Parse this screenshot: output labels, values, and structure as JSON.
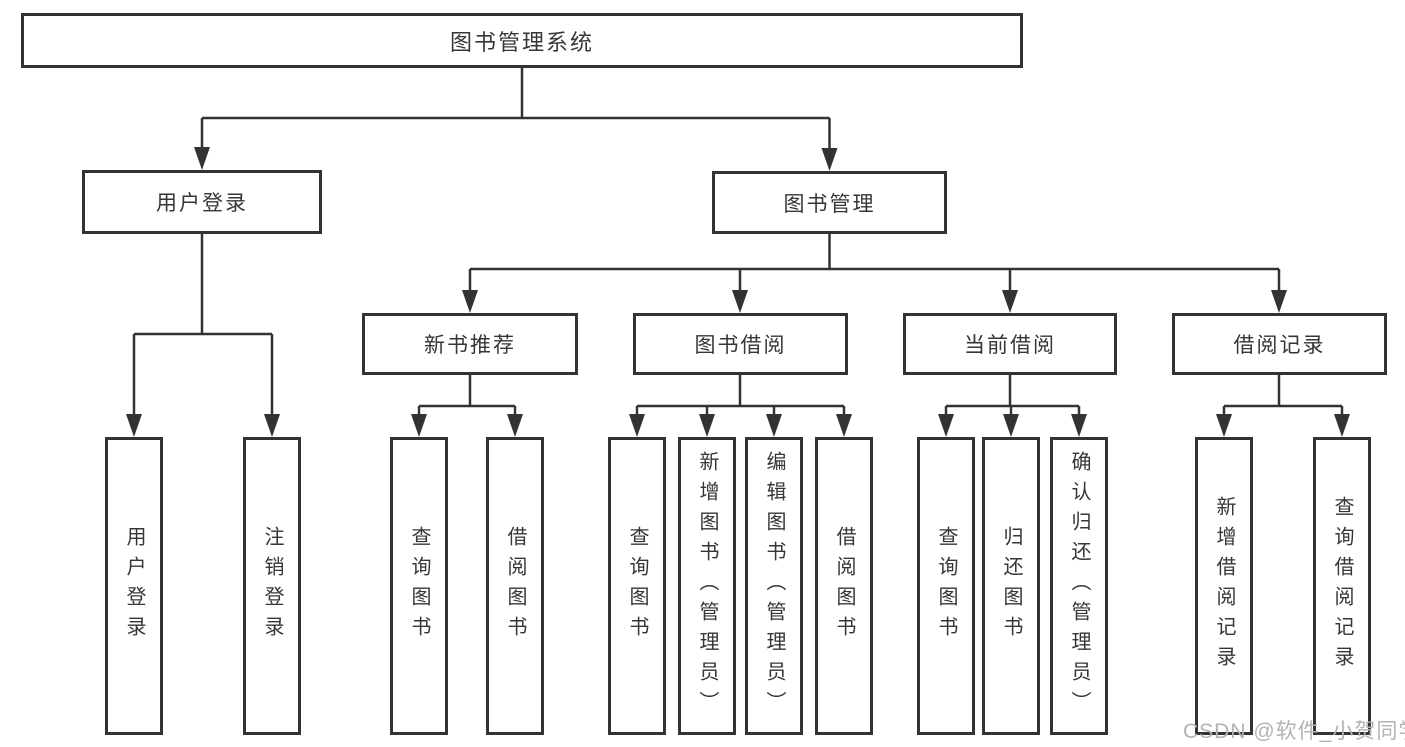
{
  "colors": {
    "line": "#333333",
    "box_border": "#333333",
    "text": "#363636",
    "watermark_text": "#b3b3b3"
  },
  "root": {
    "label": "图书管理系统"
  },
  "level2": [
    {
      "label": "用户登录"
    },
    {
      "label": "图书管理"
    }
  ],
  "level3": [
    {
      "label": "新书推荐",
      "parent": "图书管理"
    },
    {
      "label": "图书借阅",
      "parent": "图书管理"
    },
    {
      "label": "当前借阅",
      "parent": "图书管理"
    },
    {
      "label": "借阅记录",
      "parent": "图书管理"
    }
  ],
  "leaves": [
    {
      "label": "用户登录",
      "parent": "用户登录"
    },
    {
      "label": "注销登录",
      "parent": "用户登录"
    },
    {
      "label": "查询图书",
      "parent": "新书推荐"
    },
    {
      "label": "借阅图书",
      "parent": "新书推荐"
    },
    {
      "label": "查询图书",
      "parent": "图书借阅"
    },
    {
      "label": "新增图书（管理员）",
      "parent": "图书借阅"
    },
    {
      "label": "编辑图书（管理员）",
      "parent": "图书借阅"
    },
    {
      "label": "借阅图书",
      "parent": "图书借阅"
    },
    {
      "label": "查询图书",
      "parent": "当前借阅"
    },
    {
      "label": "归还图书",
      "parent": "当前借阅"
    },
    {
      "label": "确认归还（管理员）",
      "parent": "当前借阅"
    },
    {
      "label": "新增借阅记录",
      "parent": "借阅记录"
    },
    {
      "label": "查询借阅记录",
      "parent": "借阅记录"
    }
  ],
  "watermark": "CSDN @软件_小贺同学"
}
